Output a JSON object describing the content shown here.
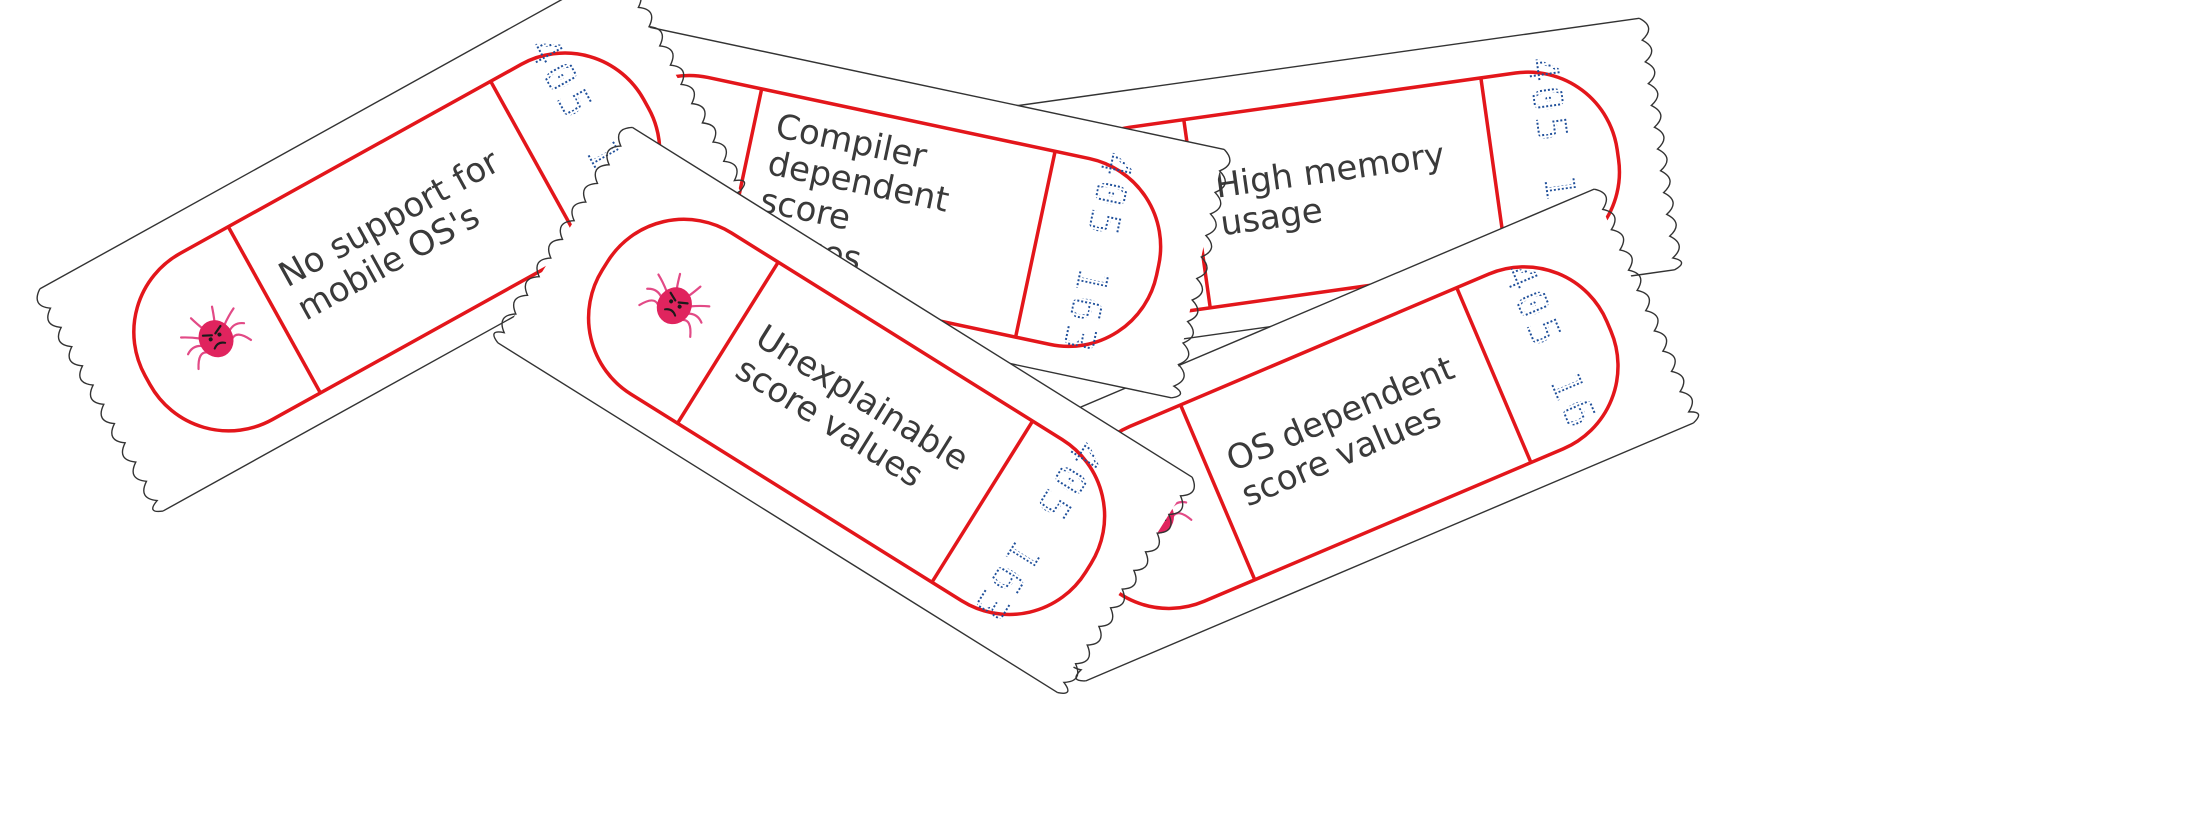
{
  "tickets": [
    {
      "label": "No support for\nmobile OS's",
      "serial": "405 163",
      "icon": "angry-bug-icon"
    },
    {
      "label": "Compiler\ndependent score\nvalues",
      "serial": "405 163",
      "icon": "angry-bug-icon"
    },
    {
      "label": "High memory\nusage",
      "serial": "405 163",
      "icon": "angry-bug-icon"
    },
    {
      "label": "Unexplainable\nscore values",
      "serial": "405 163",
      "icon": "angry-bug-icon"
    },
    {
      "label": "OS dependent\nscore values",
      "serial": "405 16",
      "icon": "angry-bug-icon"
    }
  ],
  "colors": {
    "ticket_border": "#e3161b",
    "bug_body": "#e0245e",
    "bug_legs": "#e24a86",
    "serial_ink": "#1f4f9a",
    "paper_edge": "#333333",
    "label_text": "#3a3a3a"
  }
}
